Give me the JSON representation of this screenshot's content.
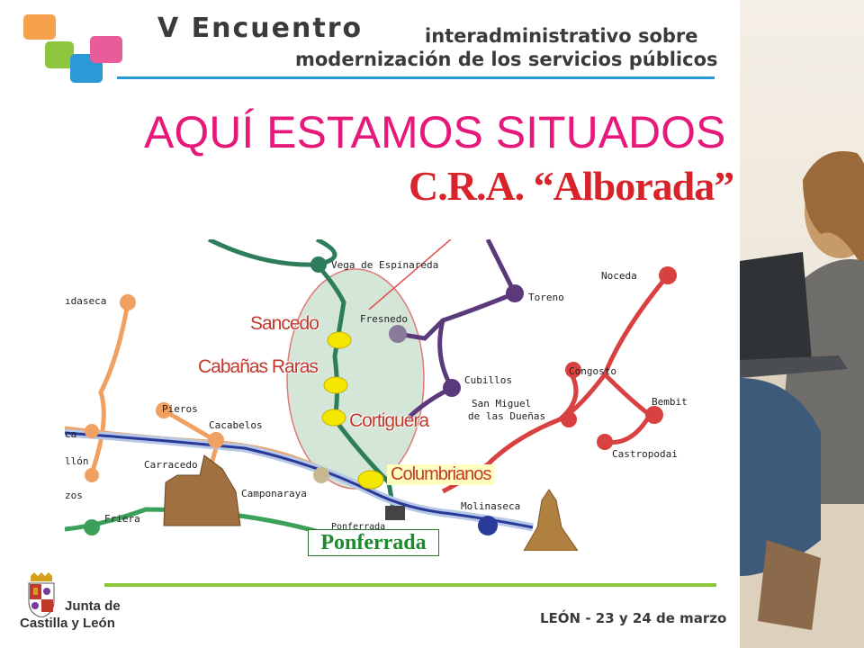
{
  "header": {
    "title": "V Encuentro",
    "subtitle_line1": "interadministrativo sobre",
    "subtitle_line2": "modernización de los servicios públicos"
  },
  "main_title": "AQUÍ ESTAMOS SITUADOS",
  "cra_title": "C.R.A. “Alborada”",
  "map": {
    "place_labels": {
      "vega": "Vega de Espinareda",
      "fresnedo": "Fresnedo",
      "toreno": "Toreno",
      "noceda": "Noceda",
      "cubillos": "Cubillos",
      "congosto": "Congosto",
      "san_miguel_1": "San Miguel",
      "san_miguel_2": "de las Dueñas",
      "bembit": "Bembit",
      "castropodai": "Castropodai",
      "piieros": "Pieros",
      "cacabelos": "Cacabelos",
      "carracedo": "Carracedo",
      "camponaraya": "Camponaraya",
      "molinaseca": "Molinaseca",
      "friera": "Friera",
      "idaseca": "ıdaseca",
      "ca": "ca",
      "llon": "llón",
      "zos": "zos",
      "ponf_small": "Ponferrada"
    },
    "villages": {
      "sancedo": "Sancedo",
      "cabanas": "Cabañas Raras",
      "cortiguera": "Cortiguera",
      "columbrianos": "Columbrianos"
    },
    "ponferrada": "Ponferrada"
  },
  "footer": {
    "junta_line1": "Junta de",
    "junta_line2": "Castilla y León",
    "date": "LEÓN - 23 y 24 de marzo"
  },
  "colors": {
    "accent_pink": "#e6197a",
    "cra_red": "#d8232a",
    "line_blue": "#2a9ad6",
    "line_green": "#8cc63f"
  }
}
